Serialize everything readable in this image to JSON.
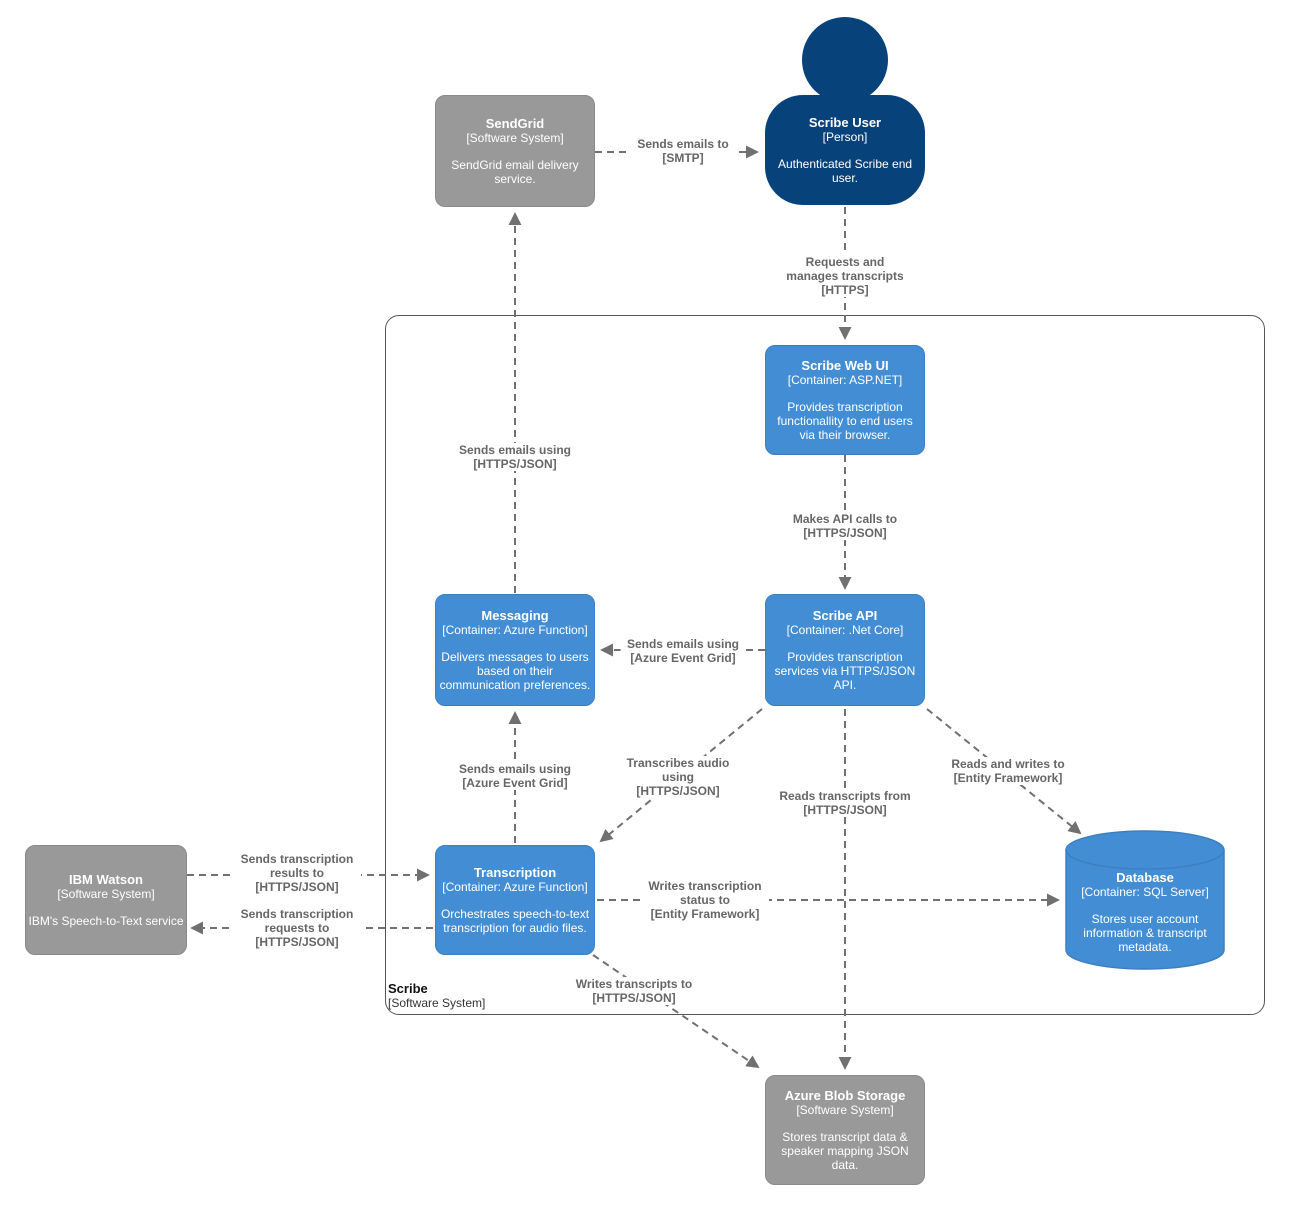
{
  "boundary": {
    "name": "Scribe",
    "type": "[Software System]"
  },
  "nodes": {
    "scribe_user": {
      "name": "Scribe User",
      "type": "[Person]",
      "description": "Authenticated Scribe end user."
    },
    "sendgrid": {
      "name": "SendGrid",
      "type": "[Software System]",
      "description": "SendGrid email delivery service."
    },
    "scribe_web_ui": {
      "name": "Scribe Web UI",
      "type": "[Container: ASP.NET]",
      "description": "Provides transcription functionallity to end users via their browser."
    },
    "messaging": {
      "name": "Messaging",
      "type": "[Container: Azure Function]",
      "description": "Delivers messages to users based on their communication preferences."
    },
    "scribe_api": {
      "name": "Scribe API",
      "type": "[Container: .Net Core]",
      "description": "Provides transcription services via HTTPS/JSON API."
    },
    "transcription": {
      "name": "Transcription",
      "type": "[Container: Azure Function]",
      "description": "Orchestrates speech-to-text transcription for audio files."
    },
    "ibm_watson": {
      "name": "IBM Watson",
      "type": "[Software System]",
      "description": "IBM's Speech-to-Text service"
    },
    "database": {
      "name": "Database",
      "type": "[Container: SQL Server]",
      "description": "Stores user account information & transcript metadata."
    },
    "azure_blob_storage": {
      "name": "Azure Blob Storage",
      "type": "[Software System]",
      "description": "Stores transcript data & speaker mapping JSON data."
    }
  },
  "edges": {
    "sendgrid_to_user": {
      "label": "Sends emails to",
      "tech": "[SMTP]"
    },
    "user_to_webui": {
      "label": "Requests and manages transcripts",
      "tech": "[HTTPS]"
    },
    "webui_to_api": {
      "label": "Makes API calls to",
      "tech": "[HTTPS/JSON]"
    },
    "api_to_messaging": {
      "label": "Sends emails using",
      "tech": "[Azure Event Grid]"
    },
    "messaging_to_sendgrid": {
      "label": "Sends emails using",
      "tech": "[HTTPS/JSON]"
    },
    "transcription_to_messaging": {
      "label": "Sends emails using",
      "tech": "[Azure Event Grid]"
    },
    "api_to_transcription": {
      "label": "Transcribes audio using",
      "tech": "[HTTPS/JSON]"
    },
    "api_to_blob": {
      "label": "Reads transcripts from",
      "tech": "[HTTPS/JSON]"
    },
    "api_to_database": {
      "label": "Reads and writes to",
      "tech": "[Entity Framework]"
    },
    "watson_to_transcription": {
      "label": "Sends transcription results to",
      "tech": "[HTTPS/JSON]"
    },
    "transcription_to_watson": {
      "label": "Sends transcription requests to",
      "tech": "[HTTPS/JSON]"
    },
    "transcription_to_database": {
      "label": "Writes transcription status to",
      "tech": "[Entity Framework]"
    },
    "transcription_to_blob": {
      "label": "Writes transcripts to",
      "tech": "[HTTPS/JSON]"
    }
  },
  "colors": {
    "person": "#08427b",
    "container": "#438dd5",
    "container_border": "#3c7fc0",
    "external": "#999999",
    "edge": "#707070",
    "edge_label_text": "#666666"
  }
}
